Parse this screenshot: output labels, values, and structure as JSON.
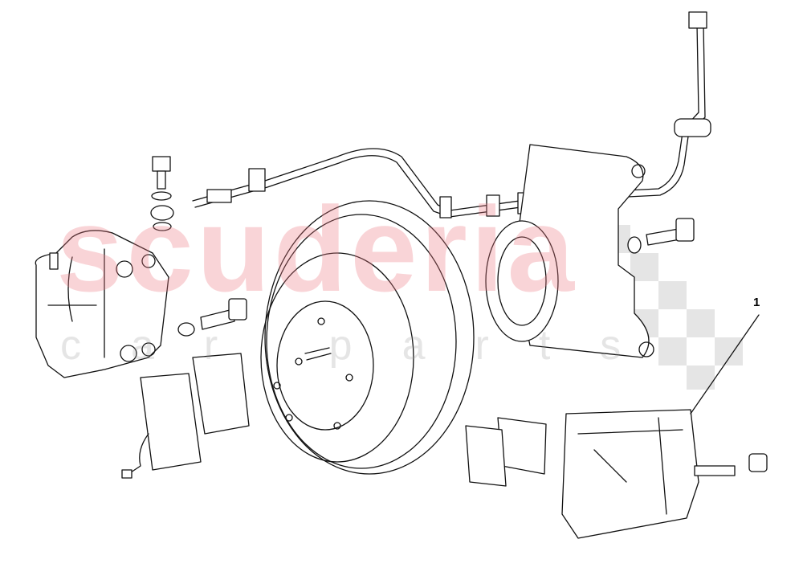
{
  "diagram": {
    "callouts": [
      {
        "label": "1"
      }
    ]
  },
  "watermark": {
    "brand": "scuderia",
    "subtitle": "car parts"
  },
  "colors": {
    "line": "#111111",
    "watermark": "#eb7882",
    "checker": "#d0d0d0"
  }
}
